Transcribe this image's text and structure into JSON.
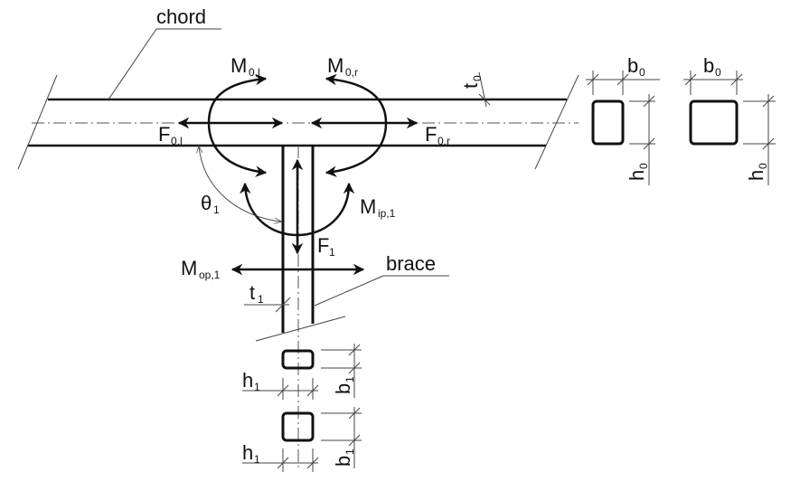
{
  "labels": {
    "chord": "chord",
    "brace": "brace",
    "M0l": {
      "main": "M",
      "sub": "0,l"
    },
    "M0r": {
      "main": "M",
      "sub": "0,r"
    },
    "F0l": {
      "main": "F",
      "sub": "0,l"
    },
    "F0r": {
      "main": "F",
      "sub": "0,r"
    },
    "theta1": {
      "main": "θ",
      "sub": "1"
    },
    "Mip1": {
      "main": "M",
      "sub": "ip,1"
    },
    "F1": {
      "main": "F",
      "sub": "1"
    },
    "Mop1": {
      "main": "M",
      "sub": "op,1"
    },
    "t0": {
      "main": "t",
      "sub": "0"
    },
    "t1": {
      "main": "t",
      "sub": "1"
    },
    "b0a": {
      "main": "b",
      "sub": "0"
    },
    "b0b": {
      "main": "b",
      "sub": "0"
    },
    "h0a": {
      "main": "h",
      "sub": "0"
    },
    "h0b": {
      "main": "h",
      "sub": "0"
    },
    "h1a": {
      "main": "h",
      "sub": "1"
    },
    "h1b": {
      "main": "h",
      "sub": "1"
    },
    "b1a": {
      "main": "b",
      "sub": "1"
    },
    "b1b": {
      "main": "b",
      "sub": "1"
    }
  }
}
